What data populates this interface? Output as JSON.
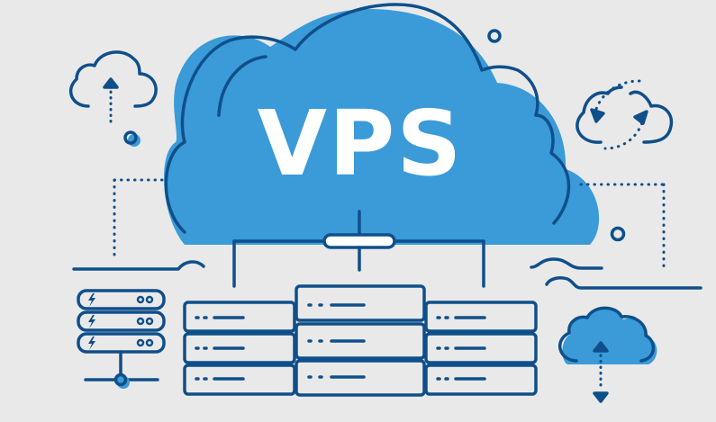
{
  "illustration": {
    "title": "VPS",
    "colors": {
      "background": "#e9e9e9",
      "cloud_fill": "#3a9bd8",
      "outline": "#0f4f8a",
      "white": "#ffffff"
    },
    "icons": [
      "main-cloud",
      "upload-cloud-icon",
      "sync-cloud-icon",
      "download-cloud-icon",
      "server-stack-icon",
      "server-rack-grid",
      "network-connector"
    ],
    "server_grid": {
      "columns": 3,
      "rows": 3
    }
  }
}
